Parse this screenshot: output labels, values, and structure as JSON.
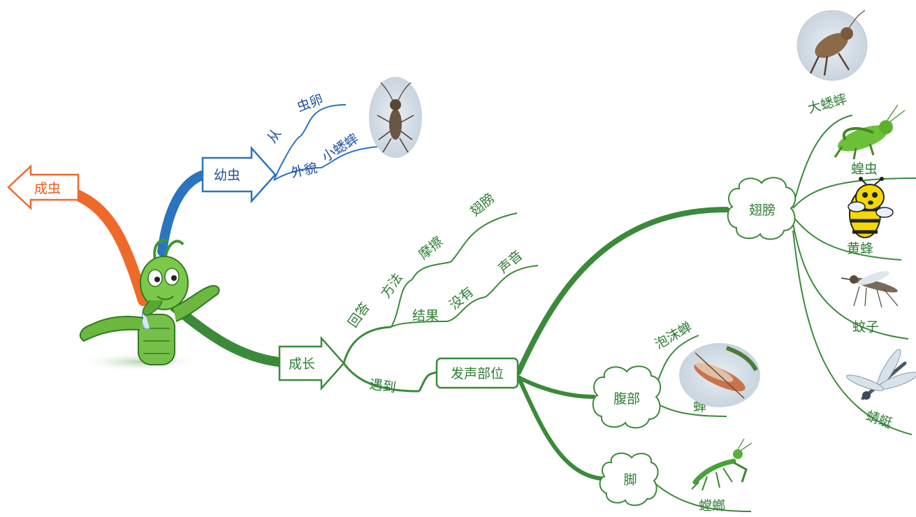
{
  "colors": {
    "green_branch": "#3a8a3a",
    "green_text": "#2e7d32",
    "blue_branch": "#2a74c0",
    "blue_text": "#1f4fa0",
    "orange_branch": "#ef6a2a",
    "orange_text": "#e65a18"
  },
  "nodes": {
    "adult": "成虫",
    "larva": "幼虫",
    "growth": "成长",
    "sound_part": "发声部位",
    "wings": "翅膀",
    "abdomen": "腹部",
    "legs": "脚"
  },
  "larva_branch": {
    "from": "从",
    "egg": "虫卵",
    "appearance": "外貌",
    "small_cricket": "小蟋蟀"
  },
  "growth_branch": {
    "answer": "回答",
    "method": "方法",
    "rub": "摩擦",
    "wings": "翅膀",
    "result": "结果",
    "none": "没有",
    "sound": "声音",
    "encounter": "遇到"
  },
  "wing_insects": [
    "大蟋蟀",
    "蝗虫",
    "黄蜂",
    "蚊子",
    "蜻蜓"
  ],
  "abdomen_insects": [
    "泡沫蝉",
    "蝉"
  ],
  "leg_insects": [
    "螳螂"
  ],
  "icons": [
    "cricket-character-icon",
    "small-cricket-icon",
    "big-cricket-icon",
    "grasshopper-icon",
    "wasp-icon",
    "mosquito-icon",
    "dragonfly-icon",
    "spittlebug-icon",
    "mantis-icon"
  ]
}
